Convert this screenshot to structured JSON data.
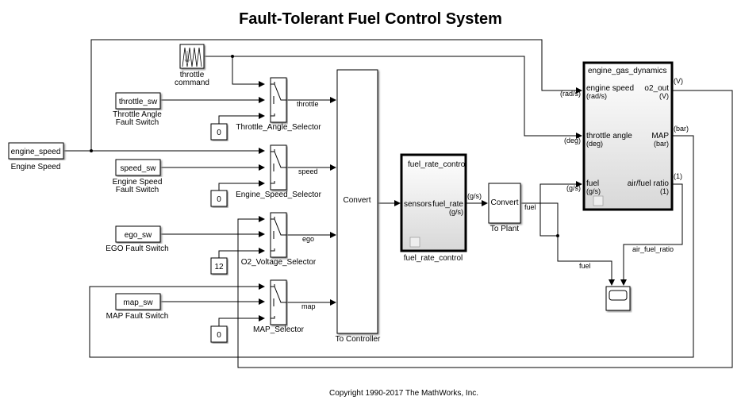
{
  "title": "Fault-Tolerant Fuel Control System",
  "copyright": "Copyright 1990-2017 The MathWorks, Inc.",
  "blocks": {
    "throttle_command": {
      "label_line1": "throttle",
      "label_line2": "command"
    },
    "engine_speed": {
      "text": "engine_speed",
      "label": "Engine Speed"
    },
    "throttle_sw": {
      "text": "throttle_sw",
      "label_line1": "Throttle Angle",
      "label_line2": "Fault Switch"
    },
    "speed_sw": {
      "text": "speed_sw",
      "label_line1": "Engine Speed",
      "label_line2": "Fault Switch"
    },
    "ego_sw": {
      "text": "ego_sw",
      "label": "EGO Fault Switch"
    },
    "map_sw": {
      "text": "map_sw",
      "label": "MAP Fault Switch"
    },
    "const1": "0",
    "const2": "0",
    "const3": "12",
    "const4": "0",
    "selectors": [
      "Throttle_Angle_Selector",
      "Engine_Speed_Selector",
      "O2_Voltage_Selector",
      "MAP_Selector"
    ],
    "to_controller": {
      "text": "Convert",
      "label": "To Controller"
    },
    "fuel_rate_control": {
      "header": "fuel_rate_control",
      "port_in": "sensors",
      "port_out": "fuel_rate",
      "port_out_unit": "(g/s)",
      "label": "fuel_rate_control"
    },
    "to_plant": {
      "text": "Convert",
      "label": "To Plant"
    },
    "engine_gas_dynamics": {
      "header": "engine_gas_dynamics",
      "in_ports": [
        {
          "name": "engine speed",
          "unit": "(rad/s)"
        },
        {
          "name": "throttle angle",
          "unit": "(deg)"
        },
        {
          "name": "fuel",
          "unit": "(g/s)"
        }
      ],
      "out_ports": [
        {
          "name": "o2_out",
          "unit": "(V)"
        },
        {
          "name": "MAP",
          "unit": "(bar)"
        },
        {
          "name": "air/fuel ratio",
          "unit": "(1)"
        }
      ]
    }
  },
  "signals": {
    "throttle": "throttle",
    "speed": "speed",
    "ego": "ego",
    "map": "map",
    "fuel_out": "fuel",
    "fuel_scope": "fuel",
    "air_fuel_ratio": "air_fuel_ratio",
    "gs_unit": "(g/s)",
    "rad_unit": "(rad/s)",
    "deg_unit": "(deg)",
    "gs_unit2": "(g/s)",
    "v_unit": "(V)",
    "bar_unit": "(bar)",
    "one_unit": "(1)"
  }
}
